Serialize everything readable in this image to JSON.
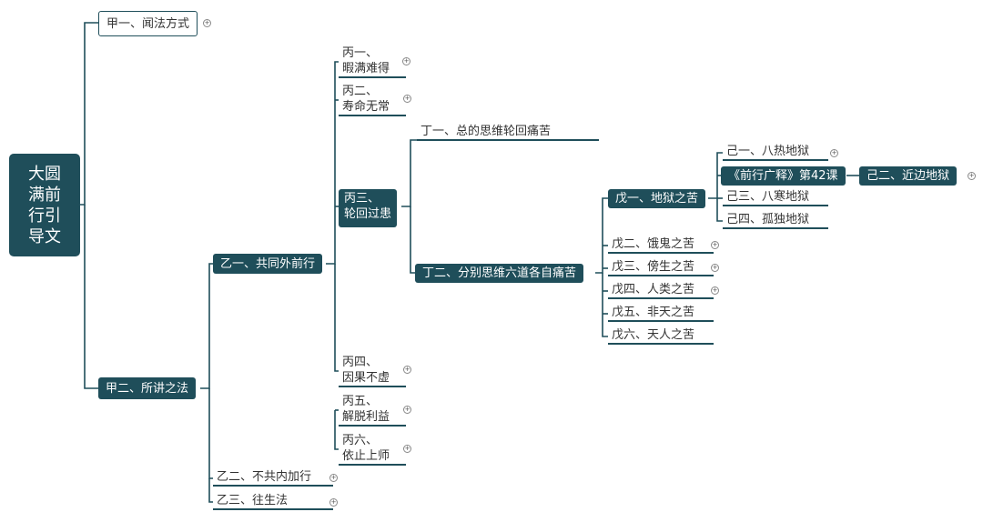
{
  "root": "大圆满前行引导文",
  "jia1": "甲一、闻法方式",
  "jia2": "甲二、所讲之法",
  "yi1": "乙一、共同外前行",
  "yi2": "乙二、不共内加行",
  "yi3": "乙三、往生法",
  "bing1": "丙一、暇满难得",
  "bing2": "丙二、寿命无常",
  "bing3": "丙三、轮回过患",
  "bing4": "丙四、因果不虚",
  "bing5": "丙五、解脱利益",
  "bing6": "丙六、依止上师",
  "bing1_a": "丙一、",
  "bing1_b": "暇满难得",
  "bing2_a": "丙二、",
  "bing2_b": "寿命无常",
  "bing3_a": "丙三、",
  "bing3_b": "轮回过患",
  "bing4_a": "丙四、",
  "bing4_b": "因果不虚",
  "bing5_a": "丙五、",
  "bing5_b": "解脱利益",
  "bing6_a": "丙六、",
  "bing6_b": "依止上师",
  "ding1": "丁一、总的思维轮回痛苦",
  "ding2": "丁二、分别思维六道各自痛苦",
  "wu1": "戊一、地狱之苦",
  "wu2": "戊二、饿鬼之苦",
  "wu3": "戊三、傍生之苦",
  "wu4": "戊四、人类之苦",
  "wu5": "戊五、非天之苦",
  "wu6": "戊六、天人之苦",
  "ji1": "己一、八热地狱",
  "lesson": "《前行广释》第42课",
  "ji2": "己二、近边地狱",
  "ji3": "己三、八寒地狱",
  "ji4": "己四、孤独地狱",
  "colors": {
    "node_dark": "#1f4e5a",
    "line": "#1f4e5a"
  },
  "collapse_icon": "plus-circle-icon"
}
